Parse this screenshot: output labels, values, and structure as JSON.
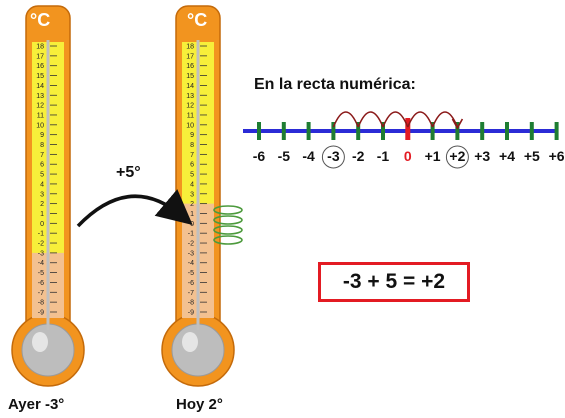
{
  "thermometers": [
    {
      "unit_symbol": "°C",
      "caption": "Ayer -3°",
      "temperature": -3,
      "scale": [
        "18",
        "17",
        "16",
        "15",
        "14",
        "13",
        "12",
        "11",
        "10",
        "9",
        "8",
        "7",
        "6",
        "5",
        "4",
        "3",
        "2",
        "1",
        "0",
        "-1",
        "-2",
        "-3",
        "-4",
        "-5",
        "-6",
        "-7",
        "-8",
        "-9"
      ]
    },
    {
      "unit_symbol": "°C",
      "caption": "Hoy 2°",
      "temperature": 2,
      "scale": [
        "18",
        "17",
        "16",
        "15",
        "14",
        "13",
        "12",
        "11",
        "10",
        "9",
        "8",
        "7",
        "6",
        "5",
        "4",
        "3",
        "2",
        "1",
        "0",
        "-1",
        "-2",
        "-3",
        "-4",
        "-5",
        "-6",
        "-7",
        "-8",
        "-9"
      ]
    }
  ],
  "change_label": "+5°",
  "number_line": {
    "title": "En la recta numérica:",
    "labels": [
      "-6",
      "-5",
      "-4",
      "-3",
      "-2",
      "-1",
      "0",
      "+1",
      "+2",
      "+3",
      "+4",
      "+5",
      "+6"
    ],
    "start": -3,
    "end": 2,
    "circled": [
      "-3",
      "+2"
    ],
    "colors": {
      "line": "#2b2bd6",
      "ticks": "#1e7d32",
      "zero": "#e31b23",
      "jumps": "#8b1a1a"
    }
  },
  "equation": "-3 + 5 = +2"
}
